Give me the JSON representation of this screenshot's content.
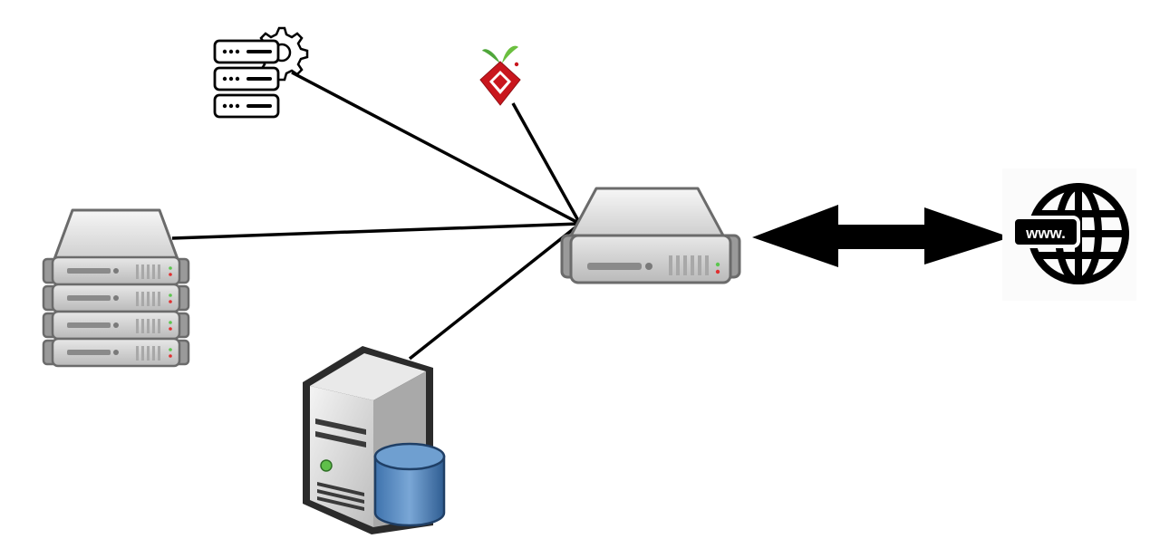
{
  "diagram": {
    "web_label": "www.",
    "icons": [
      "server-settings-icon",
      "pihole-icon",
      "server-stack-icon",
      "router-server-icon",
      "database-server-icon",
      "globe-www-icon"
    ],
    "connections": [
      "server-settings-to-hub",
      "pihole-to-hub",
      "server-stack-to-hub",
      "database-server-to-hub",
      "hub-to-internet-bidirectional"
    ],
    "colors": {
      "line": "#000000",
      "server_body": "#e4e4e4",
      "server_outline": "#6b6b6b",
      "pihole_red": "#c9161d",
      "pihole_green": "#4fa63a",
      "db_blue": "#3c6fa8"
    }
  }
}
